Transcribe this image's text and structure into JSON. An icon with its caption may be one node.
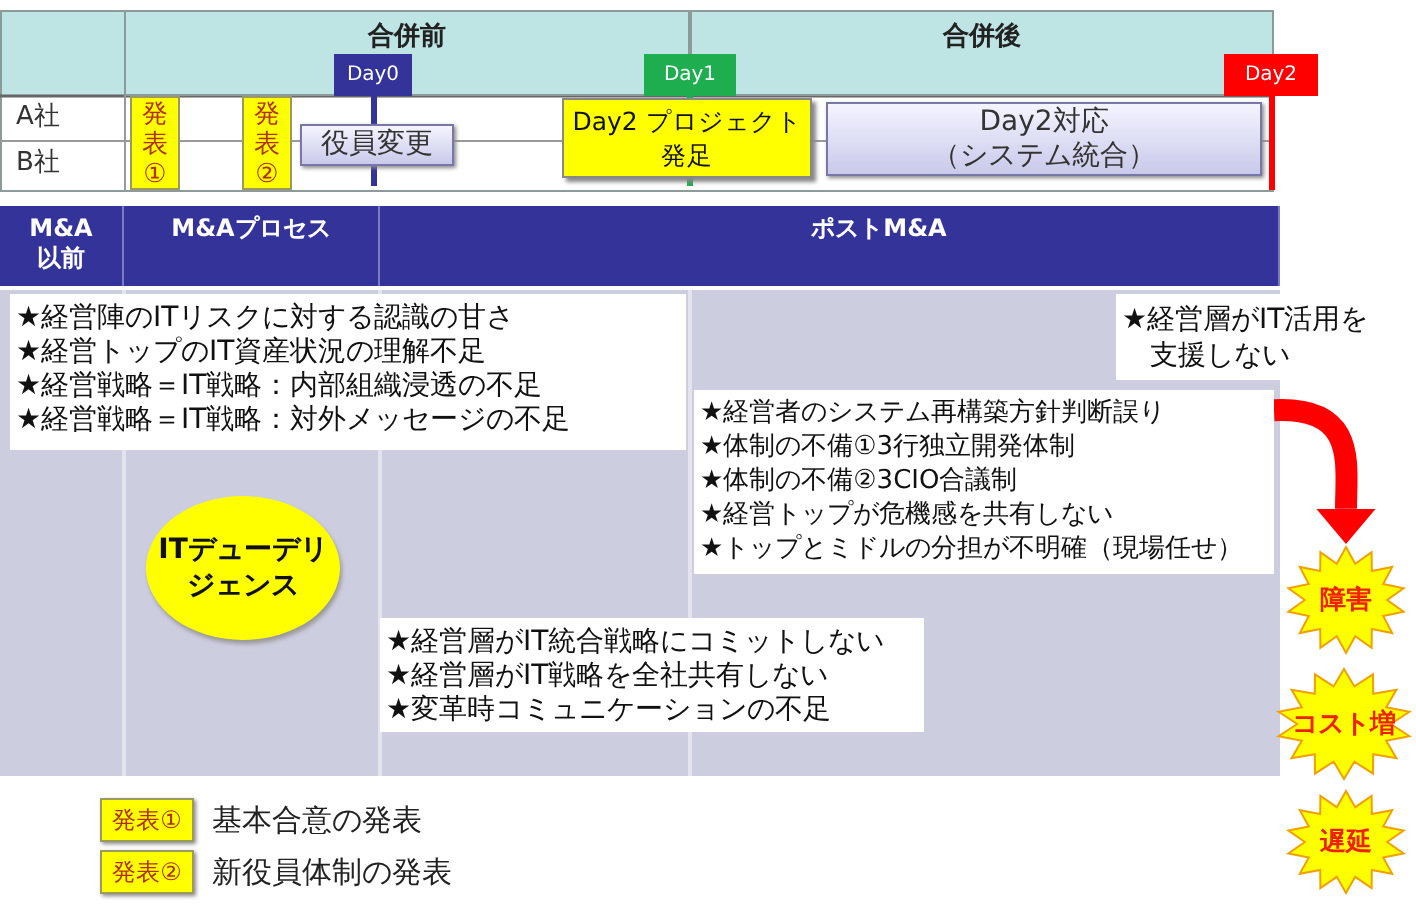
{
  "diagram": {
    "nodes": [
      {
        "text": [
          "合併前"
        ]
      },
      {
        "text": [
          "合併後"
        ]
      },
      {
        "text": [
          "Day0"
        ],
        "in": 0
      },
      {
        "text": [
          "Day1"
        ]
      },
      {
        "text": [
          "Day2"
        ]
      },
      {
        "text": [
          "発表①"
        ]
      },
      {
        "text": [
          "発表②"
        ]
      },
      {
        "text": [
          "役員変更"
        ]
      },
      {
        "text": [
          "Day2 プロジェクト発足"
        ]
      },
      {
        "text": [
          "Day2対応（システム統合）"
        ]
      },
      {
        "text": [
          "M&A以前"
        ]
      },
      {
        "text": [
          "M&Aプロセス"
        ]
      },
      {
        "text": [
          "ポストM&A"
        ]
      },
      {
        "text": [
          "★経営陣のITリスクに対する認識の甘さ",
          "★経営トップのIT資産状況の理解不足",
          "★経営戦略＝IT戦略：内部組織浸透の不足",
          "★経営戦略＝IT戦略：対外メッセージの不足"
        ]
      },
      {
        "text": [
          "★経営層がIT活用を支援しない"
        ]
      },
      {
        "text": [
          "★経営者のシステム再構築方針判断誤り",
          "★体制の不備①3行独立開発体制",
          "★体制の不備②3CIO合議制",
          "★経営トップが危機感を共有しない",
          "★トップとミドルの分担が不明確（現場任せ）"
        ]
      },
      {
        "text": [
          "ITデューデリジェンス"
        ]
      },
      {
        "text": [
          "★経営層がIT統合戦略にコミットしない",
          "★経営層がIT戦略を全社共有しない",
          "★変革時コミュニケーションの不足"
        ]
      },
      {
        "text": [
          "障害"
        ]
      },
      {
        "text": [
          "コスト増"
        ]
      },
      {
        "text": [
          "遅延"
        ]
      }
    ],
    "edges": [
      {
        "from": 15,
        "to": 18,
        "arrow": "to",
        "color": "#ff0000"
      }
    ],
    "labels": [
      "A社",
      "B社",
      "発表①",
      "発表②"
    ],
    "legend": [
      {
        "text": "基本合意の発表",
        "color": "#ffff00"
      },
      {
        "text": "新役員体制の発表",
        "color": "#ffff00"
      }
    ]
  }
}
